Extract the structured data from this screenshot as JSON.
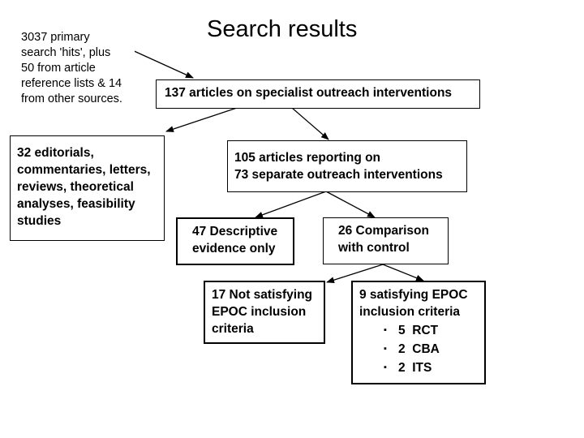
{
  "title": "Search results",
  "note": [
    "3037 primary",
    "search 'hits', plus",
    "50 from article",
    "reference lists & 14",
    "from other sources."
  ],
  "boxes": {
    "articles": [
      "137 articles on specialist outreach interventions"
    ],
    "editorials": [
      "32 editorials,",
      "commentaries, letters,",
      "reviews, theoretical",
      "analyses, feasibility",
      "studies"
    ],
    "reporting": [
      "105 articles reporting on",
      "73 separate outreach interventions"
    ],
    "descriptive": [
      "47 Descriptive",
      "evidence only"
    ],
    "comparison": [
      "26 Comparison",
      "with control"
    ],
    "not_epoc": [
      "17 Not satisfying",
      "EPOC inclusion",
      "criteria"
    ],
    "epoc": [
      "9 satisfying EPOC",
      "inclusion criteria"
    ],
    "epoc_items": [
      {
        "num": "5",
        "label": "RCT"
      },
      {
        "num": "2",
        "label": "CBA"
      },
      {
        "num": "2",
        "label": "ITS"
      }
    ],
    "bullet_glyph": "▪"
  },
  "colors": {
    "line": "#000000",
    "background": "#ffffff"
  }
}
